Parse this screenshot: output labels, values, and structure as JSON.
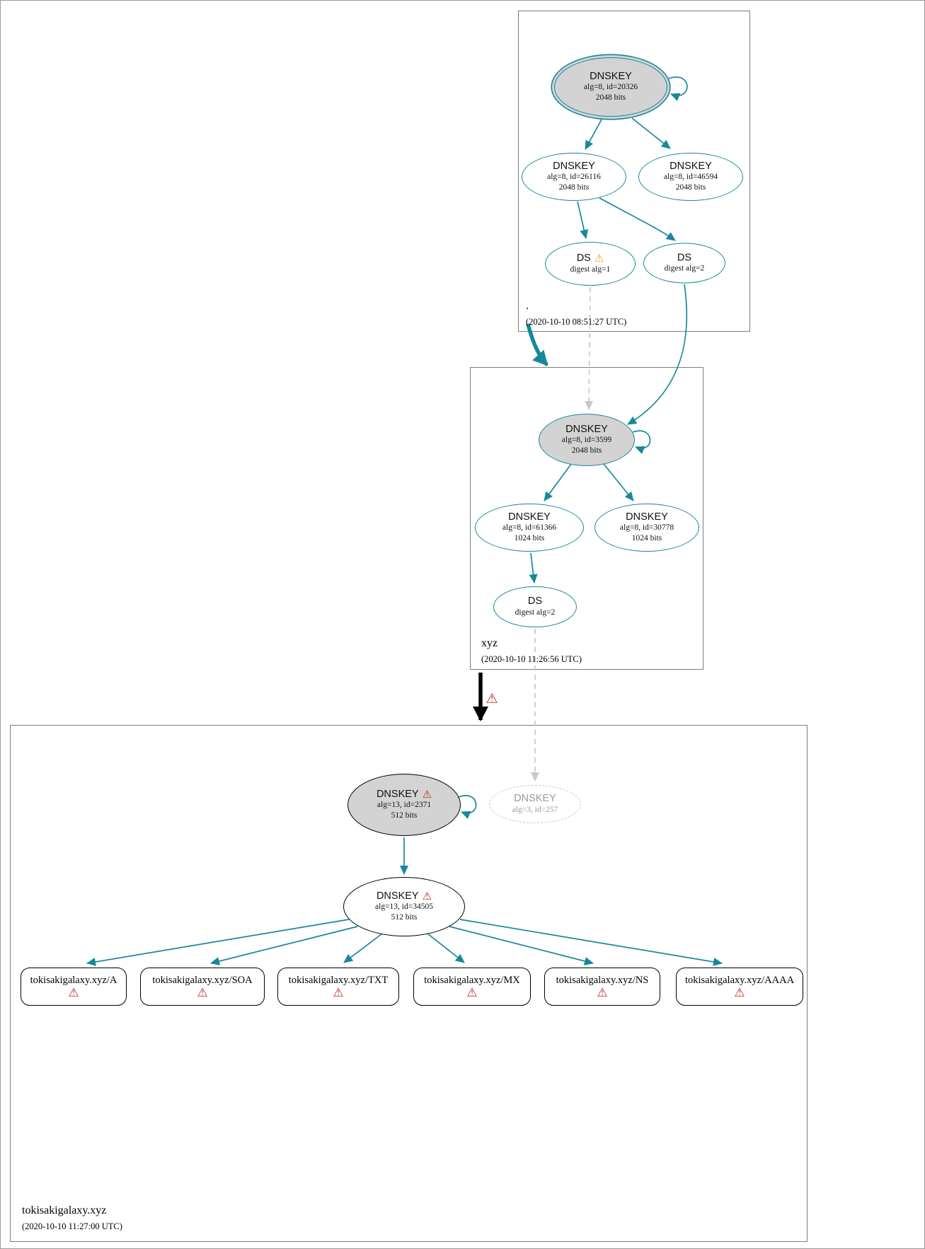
{
  "icons": {
    "warning": "⚠"
  },
  "colors": {
    "edge_teal": "#17879c",
    "node_fill_gray": "#d3d3d3",
    "dashed_gray": "#c8c8c8",
    "warning_red": "#c0251d",
    "warning_yellow": "#e2a60c",
    "error_black": "#000000"
  },
  "zones": {
    "root": {
      "label": ".",
      "timestamp": "(2020-10-10 08:51:27 UTC)",
      "ksk": {
        "type": "DNSKEY",
        "alg": "alg=8, id=20326",
        "bits": "2048 bits"
      },
      "zsk1": {
        "type": "DNSKEY",
        "alg": "alg=8, id=26116",
        "bits": "2048 bits"
      },
      "zsk2": {
        "type": "DNSKEY",
        "alg": "alg=8, id=46594",
        "bits": "2048 bits"
      },
      "ds1": {
        "type": "DS",
        "digest": "digest alg=1"
      },
      "ds2": {
        "type": "DS",
        "digest": "digest alg=2"
      }
    },
    "xyz": {
      "label": "xyz",
      "timestamp": "(2020-10-10 11:26:56 UTC)",
      "ksk": {
        "type": "DNSKEY",
        "alg": "alg=8, id=3599",
        "bits": "2048 bits"
      },
      "zsk1": {
        "type": "DNSKEY",
        "alg": "alg=8, id=61366",
        "bits": "1024 bits"
      },
      "zsk2": {
        "type": "DNSKEY",
        "alg": "alg=8, id=30778",
        "bits": "1024 bits"
      },
      "ds": {
        "type": "DS",
        "digest": "digest alg=2"
      }
    },
    "tokisakigalaxy": {
      "label": "tokisakigalaxy.xyz",
      "timestamp": "(2020-10-10 11:27:00 UTC)",
      "ksk": {
        "type": "DNSKEY",
        "alg": "alg=13, id=2371",
        "bits": "512 bits"
      },
      "missing": {
        "type": "DNSKEY",
        "alg": "alg=3, id=257"
      },
      "zsk": {
        "type": "DNSKEY",
        "alg": "alg=13, id=34505",
        "bits": "512 bits"
      },
      "rrsets": [
        {
          "label": "tokisakigalaxy.xyz/A"
        },
        {
          "label": "tokisakigalaxy.xyz/SOA"
        },
        {
          "label": "tokisakigalaxy.xyz/TXT"
        },
        {
          "label": "tokisakigalaxy.xyz/MX"
        },
        {
          "label": "tokisakigalaxy.xyz/NS"
        },
        {
          "label": "tokisakigalaxy.xyz/AAAA"
        }
      ]
    }
  }
}
